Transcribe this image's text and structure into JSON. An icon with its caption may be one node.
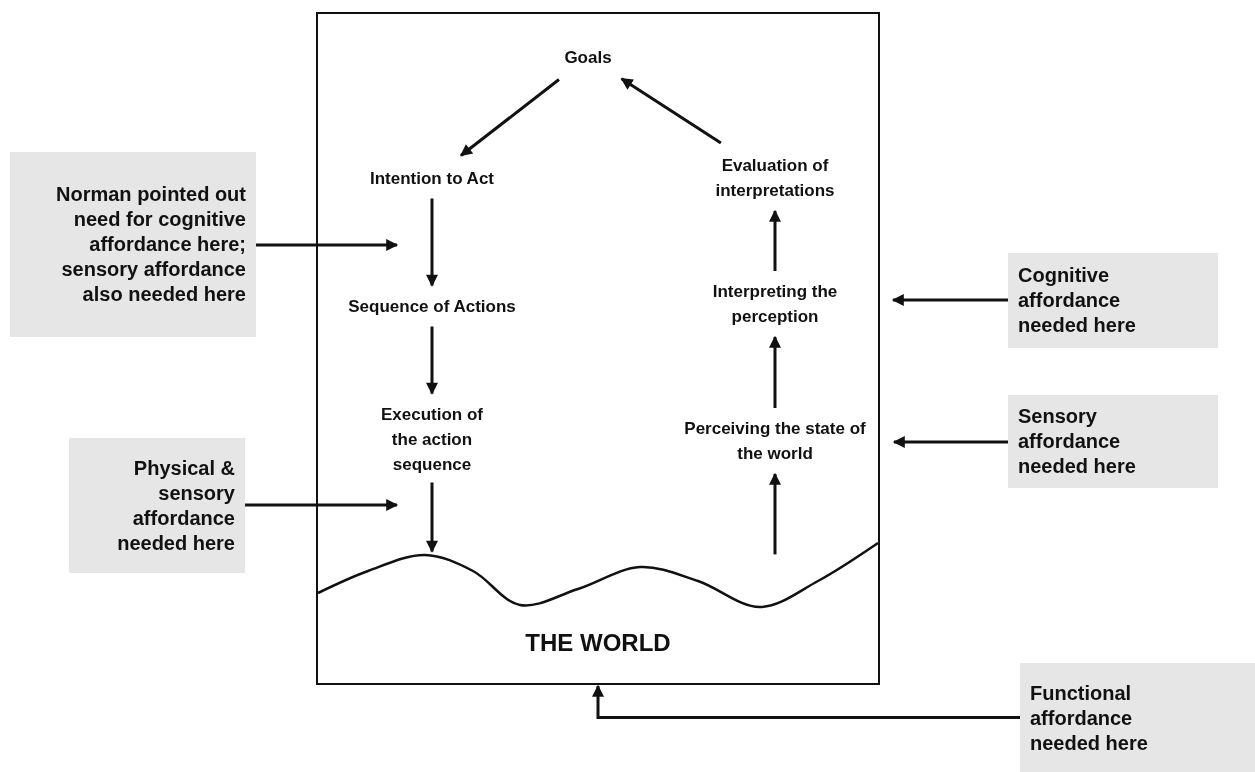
{
  "diagram": {
    "nodes": [
      {
        "text": [],
        "shape": "box"
      },
      {
        "text": [
          "Goals"
        ],
        "in": 0
      },
      {
        "text": [
          "Intention to Act"
        ],
        "in": 0
      },
      {
        "text": [
          "Evaluation of interpretations"
        ],
        "in": 0
      },
      {
        "text": [
          "Sequence of Actions"
        ],
        "in": 0
      },
      {
        "text": [
          "Interpreting the perception"
        ],
        "in": 0
      },
      {
        "text": [
          "Execution of the action sequence"
        ],
        "in": 0
      },
      {
        "text": [
          "Perceiving the state of the world"
        ],
        "in": 0
      },
      {
        "text": [
          "THE WORLD"
        ],
        "in": 0
      },
      {
        "text": [
          "Norman pointed out need for cognitive affordance here; sensory affordance also needed here"
        ]
      },
      {
        "text": [
          "Cognitive affordance needed here"
        ]
      },
      {
        "text": [
          "Sensory affordance needed here"
        ]
      },
      {
        "text": [
          "Physical & sensory affordance needed here"
        ]
      },
      {
        "text": [
          "Functional affordance needed here"
        ]
      }
    ],
    "edges": [
      {
        "from": 1,
        "to": 2,
        "arrow": "to"
      },
      {
        "from": 2,
        "to": 4,
        "arrow": "to"
      },
      {
        "from": 4,
        "to": 6,
        "arrow": "to"
      },
      {
        "from": 6,
        "to": 8,
        "arrow": "to"
      },
      {
        "from": 8,
        "to": 7,
        "arrow": "to"
      },
      {
        "from": 7,
        "to": 5,
        "arrow": "to"
      },
      {
        "from": 5,
        "to": 3,
        "arrow": "to"
      },
      {
        "from": 3,
        "to": 1,
        "arrow": "to"
      },
      {
        "from": 9,
        "to": null,
        "arrow": "to"
      },
      {
        "from": 12,
        "to": 6,
        "arrow": "to"
      },
      {
        "from": 10,
        "to": 0,
        "arrow": "to"
      },
      {
        "from": 11,
        "to": 7,
        "arrow": "to"
      },
      {
        "from": 13,
        "to": 0,
        "arrow": "to"
      }
    ]
  }
}
